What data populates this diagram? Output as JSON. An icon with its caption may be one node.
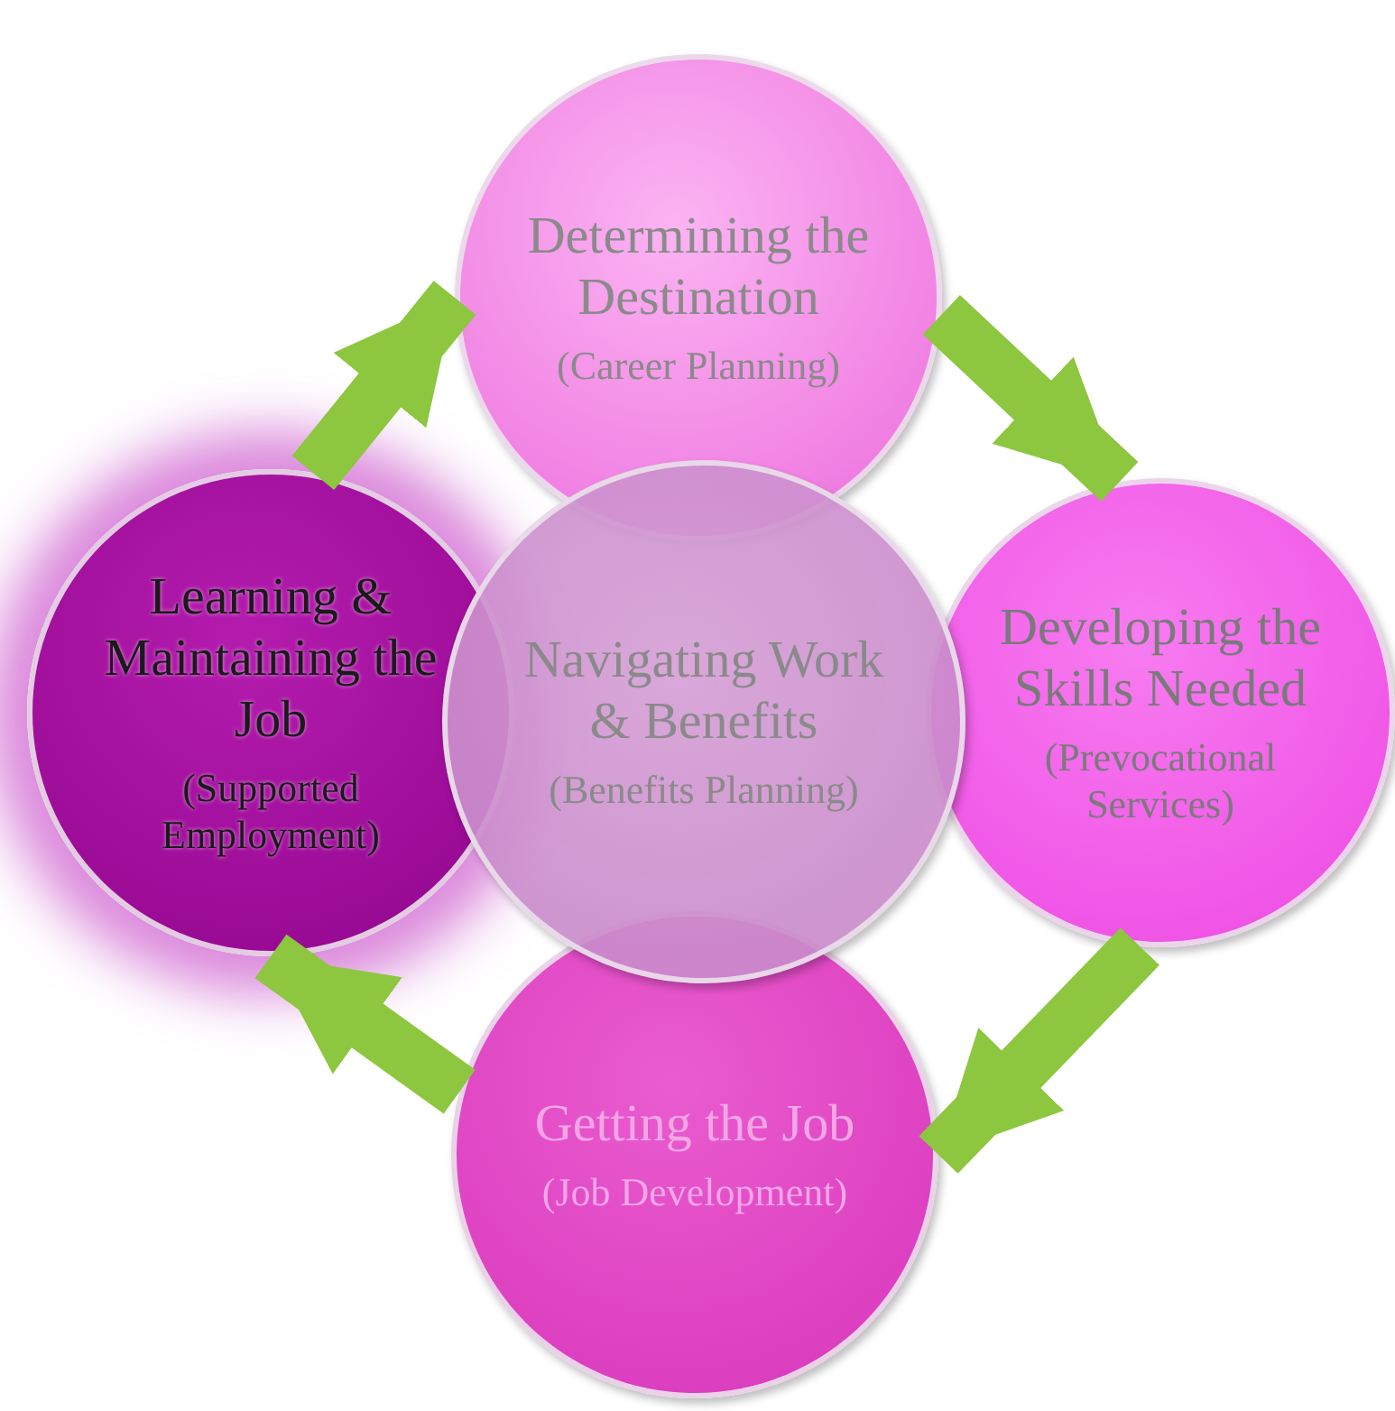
{
  "diagram": {
    "nodes": [
      {
        "text": [
          "Determining the Destination",
          "(Career Planning)"
        ]
      },
      {
        "text": [
          "Learning & Maintaining the Job",
          "(Supported Employment)"
        ]
      },
      {
        "text": [
          "Developing the Skills Needed",
          "(Prevocational Services)"
        ]
      },
      {
        "text": [
          "Getting the Job",
          "(Job Development)"
        ]
      },
      {
        "text": [
          "Navigating Work & Benefits",
          "(Benefits Planning)"
        ]
      }
    ],
    "edges": [
      {
        "from": 1,
        "to": 0,
        "arrow": "to"
      },
      {
        "from": 0,
        "to": 2,
        "arrow": "to"
      },
      {
        "from": 2,
        "to": 3,
        "arrow": "to"
      },
      {
        "from": 3,
        "to": 1,
        "arrow": "to"
      }
    ]
  }
}
